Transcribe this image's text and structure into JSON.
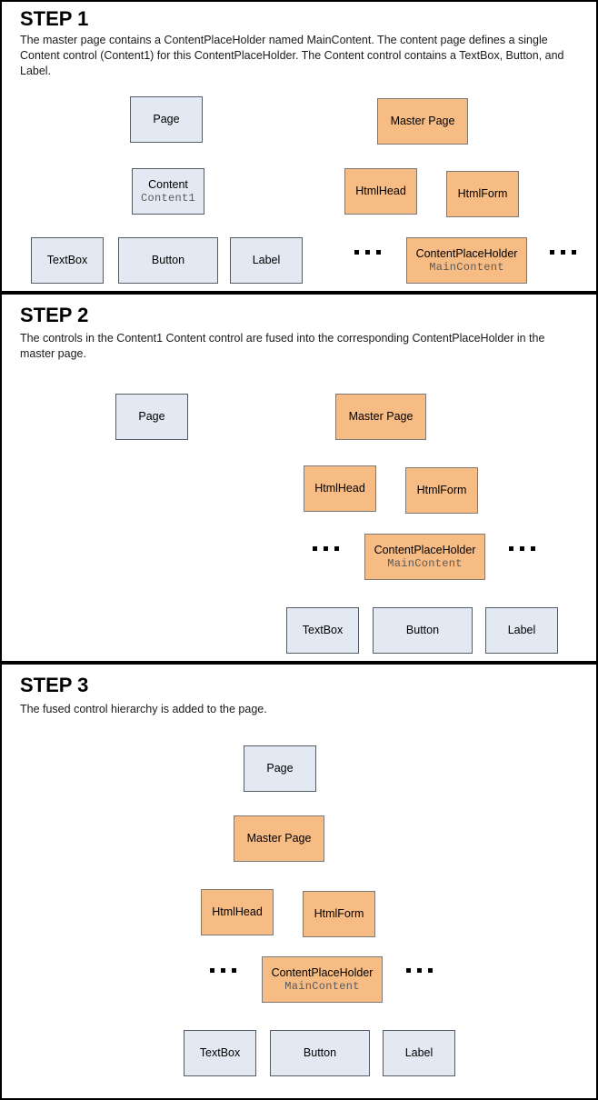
{
  "steps": [
    {
      "title": "STEP 1",
      "desc": "The master page contains a ContentPlaceHolder named MainContent. The content page defines a single Content control (Content1) for this ContentPlaceHolder. The Content control contains a TextBox, Button, and Label."
    },
    {
      "title": "STEP 2",
      "desc": "The controls in the Content1 Content control are fused into the corresponding ContentPlaceHolder in the master page."
    },
    {
      "title": "STEP 3",
      "desc": "The fused control hierarchy is added to the page."
    }
  ],
  "nodes": {
    "page": "Page",
    "content": "Content",
    "content_sub": "Content1",
    "textbox": "TextBox",
    "button": "Button",
    "label": "Label",
    "master_page": "Master Page",
    "html_head": "HtmlHead",
    "html_form": "HtmlForm",
    "content_placeholder": "ContentPlaceHolder",
    "content_placeholder_sub": "MainContent"
  },
  "colors": {
    "blue_fill": "#e2e9f3",
    "blue_border": "#555d66",
    "orange_fill": "#f7bb84",
    "orange_border": "#7a7a78",
    "connector": "#000000",
    "panel_border": "#000000",
    "background": "#ffffff",
    "outer": "#808080"
  },
  "diagram": {
    "type": "tree-diagram",
    "step1": {
      "content_page_tree": {
        "root": "Page",
        "children": [
          {
            "node": "Content (Content1)",
            "children": [
              "TextBox",
              "Button",
              "Label"
            ]
          }
        ]
      },
      "master_page_tree": {
        "root": "Master Page",
        "children": [
          {
            "node": "HtmlHead",
            "children": [
              "..."
            ]
          },
          {
            "node": "HtmlForm",
            "children": [
              "ContentPlaceHolder (MainContent)",
              "..."
            ]
          }
        ]
      }
    },
    "step2": {
      "detached": [
        "Page"
      ],
      "master_page_tree": {
        "root": "Master Page",
        "children": [
          {
            "node": "HtmlHead",
            "children": [
              "..."
            ]
          },
          {
            "node": "HtmlForm",
            "children": [
              {
                "node": "ContentPlaceHolder (MainContent)",
                "children": [
                  "TextBox",
                  "Button",
                  "Label"
                ]
              },
              "..."
            ]
          }
        ]
      }
    },
    "step3": {
      "tree": {
        "root": "Page",
        "children": [
          {
            "node": "Master Page",
            "children": [
              {
                "node": "HtmlHead",
                "children": [
                  "..."
                ]
              },
              {
                "node": "HtmlForm",
                "children": [
                  {
                    "node": "ContentPlaceHolder (MainContent)",
                    "children": [
                      "TextBox",
                      "Button",
                      "Label"
                    ]
                  },
                  "..."
                ]
              }
            ]
          }
        ]
      }
    }
  }
}
